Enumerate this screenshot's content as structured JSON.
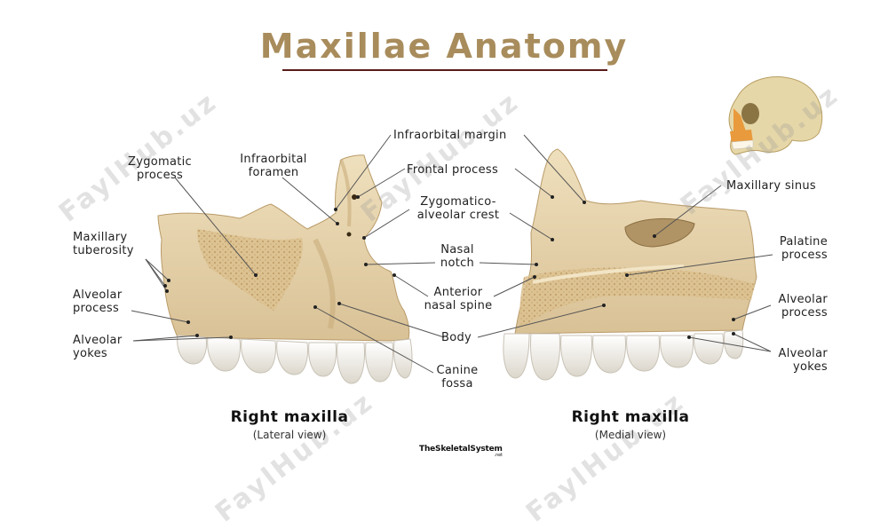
{
  "title": "Maxillae Anatomy",
  "brand": "TheSkeletalSystem",
  "brand_suffix": ".net",
  "watermark": "FaylHub.uz",
  "colors": {
    "title": "#a88c5c",
    "title_rule": "#5a1b1b",
    "bone": "#e8d6b0",
    "bone_shadow": "#c9ad7c",
    "teeth": "#f4f1ea",
    "orange_highlight": "#e89a3c"
  },
  "captions": {
    "lateral": {
      "title": "Right maxilla",
      "view": "(Lateral view)"
    },
    "medial": {
      "title": "Right maxilla",
      "view": "(Medial view)"
    }
  },
  "labels": {
    "zygomatic_process": [
      "Zygomatic",
      "process"
    ],
    "infraorbital_foramen": [
      "Infraorbital",
      "foramen"
    ],
    "infraorbital_margin": "Infraorbital margin",
    "frontal_process": "Frontal process",
    "zygomatico_alveolar_crest": [
      "Zygomatico-",
      "alveolar crest"
    ],
    "nasal_notch": [
      "Nasal",
      "notch"
    ],
    "anterior_nasal_spine": [
      "Anterior",
      "nasal spine"
    ],
    "body": "Body",
    "canine_fossa": [
      "Canine",
      "fossa"
    ],
    "maxillary_tuberosity": [
      "Maxillary",
      "tuberosity"
    ],
    "alveolar_process_left": [
      "Alveolar",
      "process"
    ],
    "alveolar_yokes_left": [
      "Alveolar",
      "yokes"
    ],
    "maxillary_sinus": "Maxillary sinus",
    "palatine_process": [
      "Palatine",
      "process"
    ],
    "alveolar_process_right": [
      "Alveolar",
      "process"
    ],
    "alveolar_yokes_right": [
      "Alveolar",
      "yokes"
    ]
  }
}
